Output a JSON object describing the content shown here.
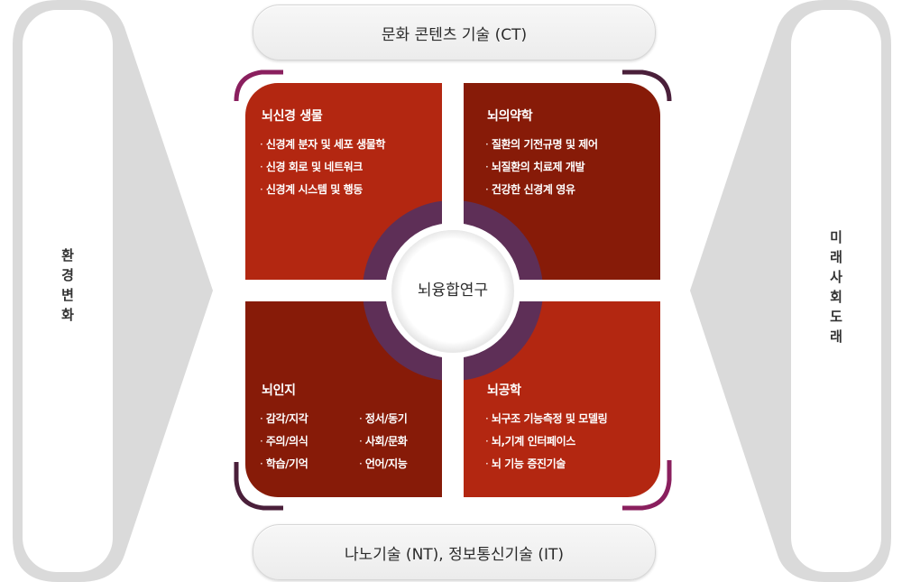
{
  "colors": {
    "quadrant_bright": "#B32711",
    "quadrant_dark": "#871B08",
    "ring_purple": "#5E2F57",
    "arc_magenta": "#8A1F5E",
    "arc_dark": "#4A1F3A",
    "side_gray": "#DADADA"
  },
  "left_panel": {
    "label": "환경변화",
    "chars": [
      "환",
      "경",
      "변",
      "화"
    ]
  },
  "right_panel": {
    "label": "미래사회도래",
    "chars": [
      "미",
      "래",
      "사",
      "회",
      "도",
      "래"
    ]
  },
  "top_bar": {
    "label": "문화 콘텐츠 기술 (CT)"
  },
  "bottom_bar": {
    "label": "나노기술 (NT), 정보통신기술 (IT)"
  },
  "center": {
    "label": "뇌융합연구"
  },
  "quadrants": {
    "top_left": {
      "title": "뇌신경 생물",
      "items": [
        "신경계 분자 및 세포 생물학",
        "신경 회로 및 네트워크",
        "신경계 시스템 및 행동"
      ]
    },
    "top_right": {
      "title": "뇌의약학",
      "items": [
        "질환의 기전규명 및 제어",
        "뇌질환의 치료제 개발",
        "건강한 신경계 영유"
      ]
    },
    "bottom_left": {
      "title": "뇌인지",
      "items_col1": [
        "감각/지각",
        "주의/의식",
        "학습/기억"
      ],
      "items_col2": [
        "정서/동기",
        "사회/문화",
        "언어/지능"
      ]
    },
    "bottom_right": {
      "title": "뇌공학",
      "items": [
        "뇌구조 기능측정 및 모델링",
        "뇌,기계 인터페이스",
        "뇌 기능 증진기술"
      ]
    }
  }
}
